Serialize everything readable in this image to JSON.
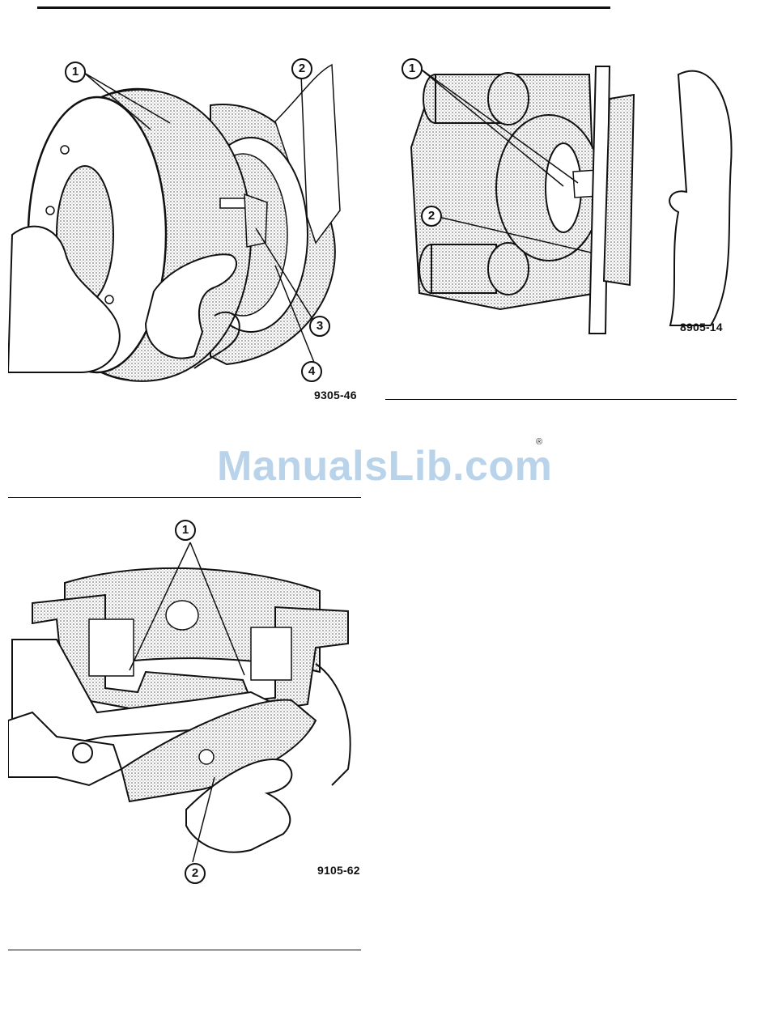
{
  "watermark": {
    "text": "ManualsLib.com",
    "mark": "®",
    "color": "#b9d3ea"
  },
  "figures": {
    "drum_hub": {
      "code": "9305-46",
      "callouts": [
        "1",
        "2",
        "3",
        "4"
      ]
    },
    "caliper": {
      "code": "8905-14",
      "callouts": [
        "1",
        "2"
      ]
    },
    "brake_shoe": {
      "code": "9105-62",
      "callouts": [
        "1",
        "2"
      ]
    }
  }
}
